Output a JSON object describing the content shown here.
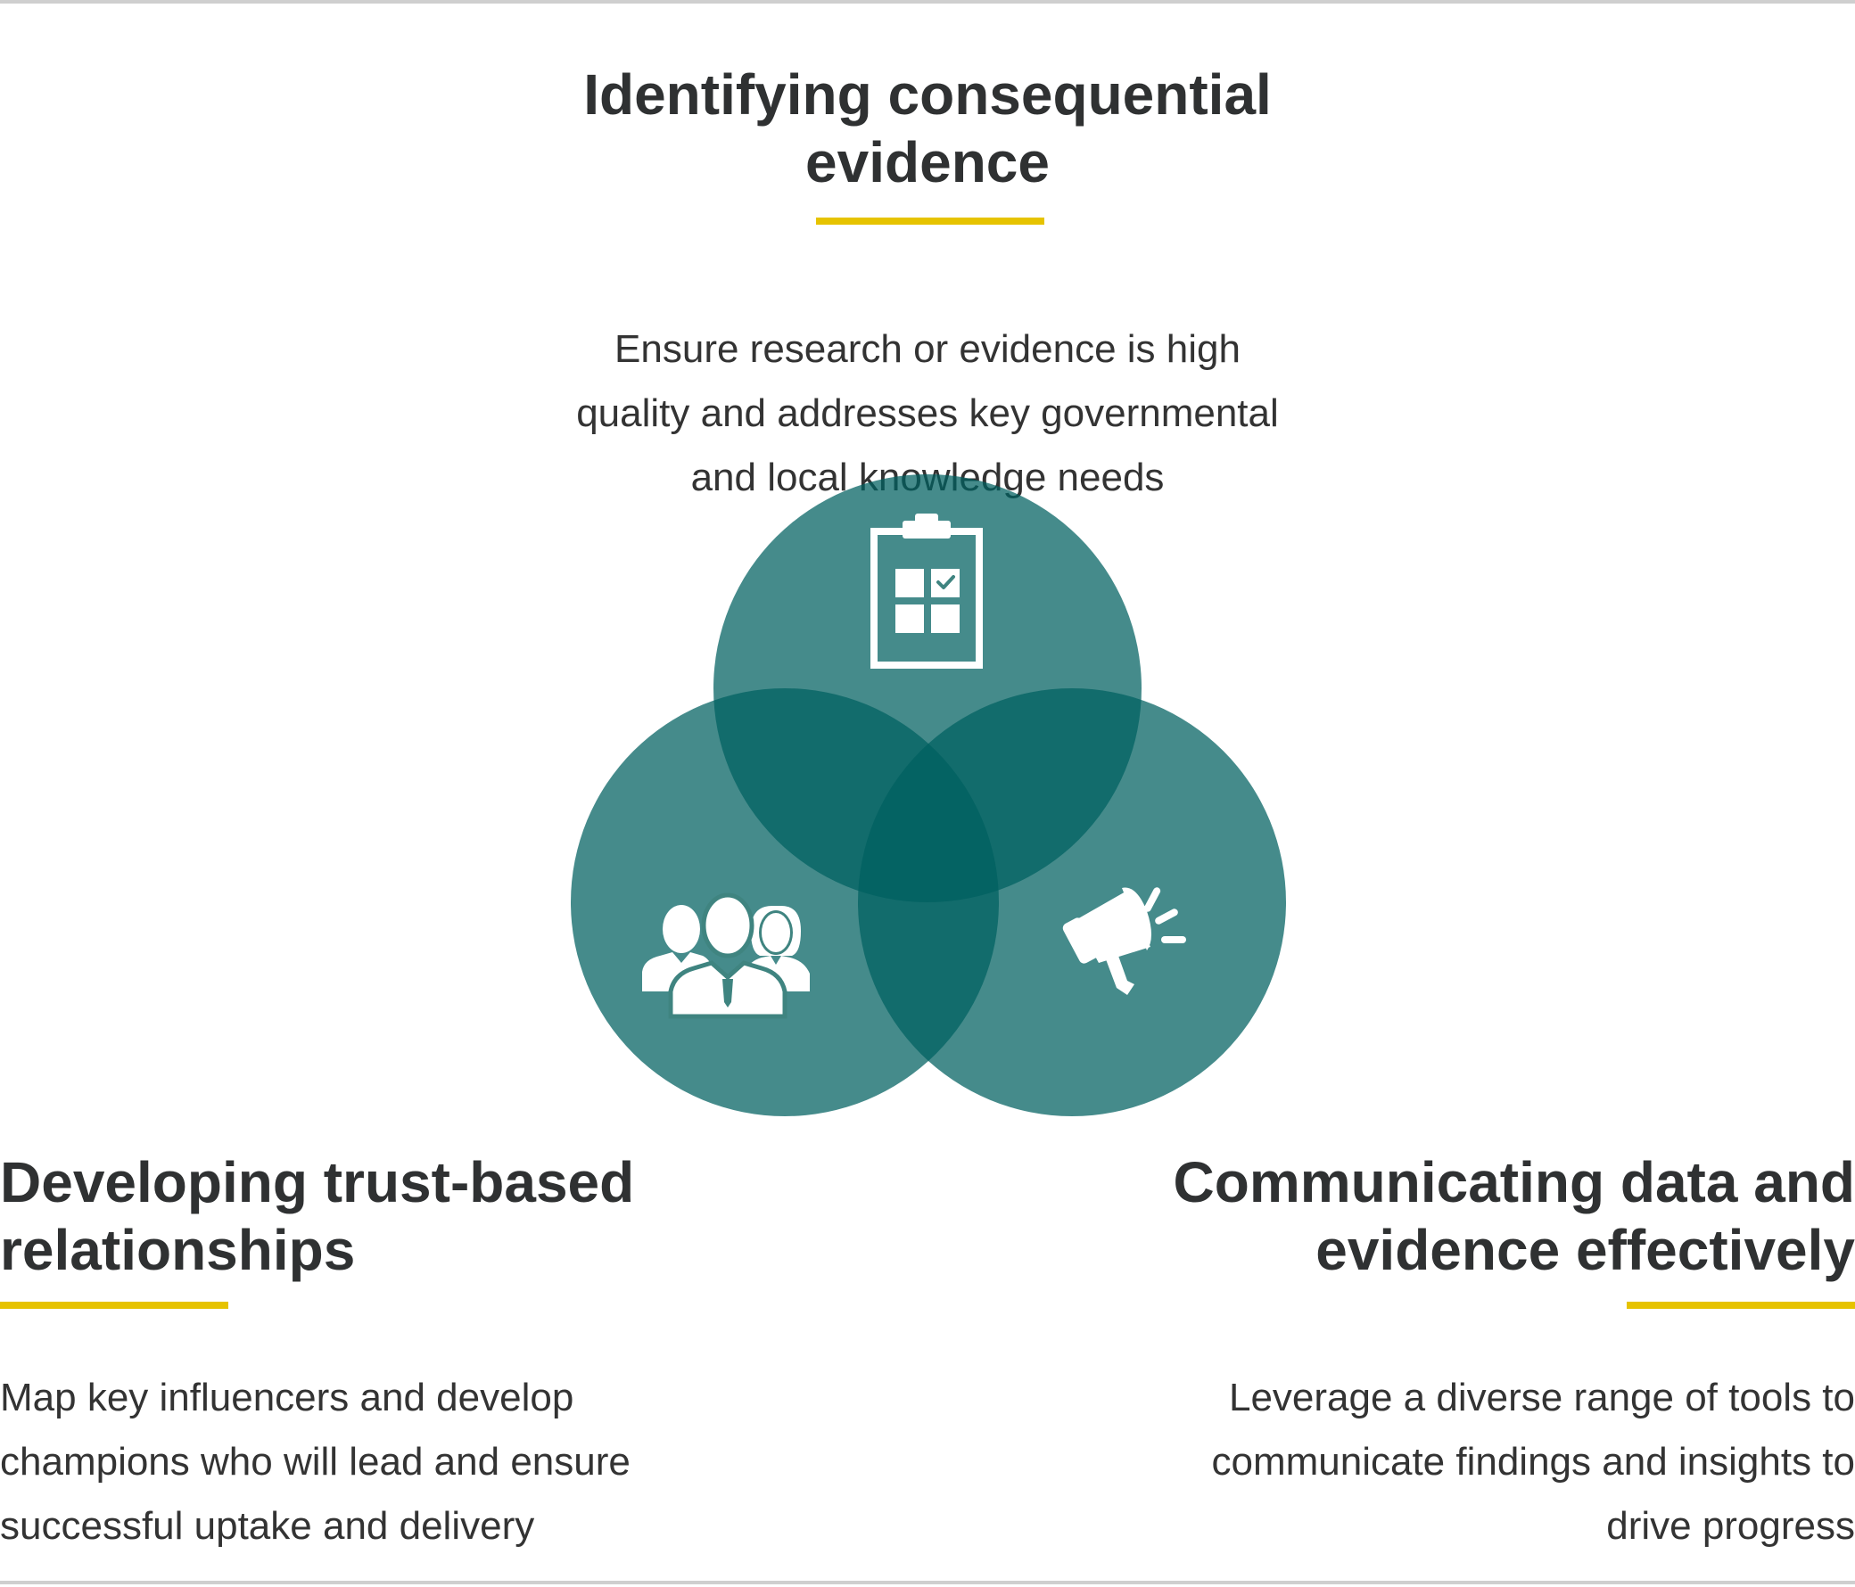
{
  "colors": {
    "circle": "#006060",
    "accent": "#e6c300",
    "text": "#333333",
    "rule": "#cfcfcf"
  },
  "top": {
    "heading_line1": "Identifying consequential",
    "heading_line2": "evidence",
    "desc_line1": "Ensure research or evidence is high",
    "desc_line2": "quality and addresses key governmental",
    "desc_line3": "and local knowledge needs",
    "icon": "clipboard-checklist-icon"
  },
  "left": {
    "heading_line1": "Developing trust-based",
    "heading_line2": "relationships",
    "desc_line1": "Map key influencers and develop",
    "desc_line2": "champions who will lead and ensure",
    "desc_line3": "successful uptake and delivery",
    "icon": "people-group-icon"
  },
  "right": {
    "heading_line1": "Communicating data and",
    "heading_line2": "evidence effectively",
    "desc_line1": "Leverage a diverse range of tools to",
    "desc_line2": "communicate findings and insights to",
    "desc_line3": "drive progress",
    "icon": "megaphone-icon"
  }
}
